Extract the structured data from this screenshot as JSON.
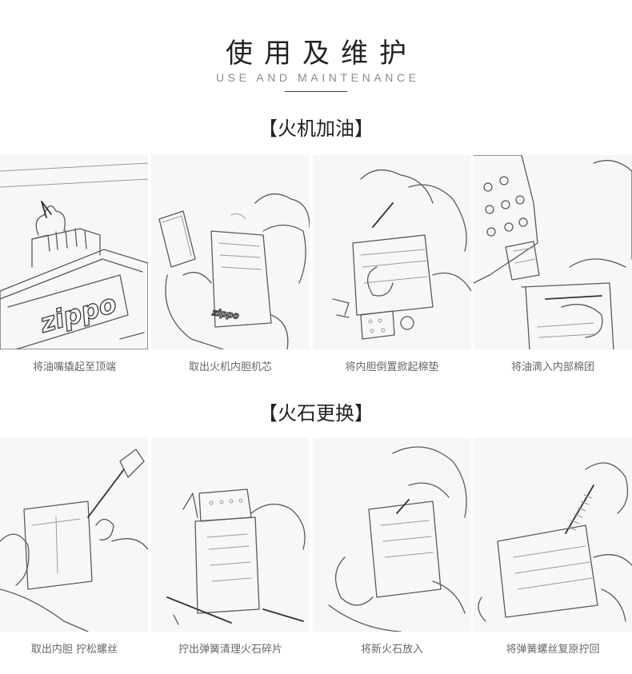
{
  "header": {
    "title": "使用及维护",
    "subtitle": "USE AND MAINTENANCE"
  },
  "sections": [
    {
      "heading": "【火机加油】",
      "steps": [
        {
          "caption": "将油嘴撬起至顶端",
          "image_text": "zippo"
        },
        {
          "caption": "取出火机内胆机芯",
          "image_text": "zippo"
        },
        {
          "caption": "将内胆倒置掀起棉垫"
        },
        {
          "caption": "将油滴入内部棉团"
        }
      ]
    },
    {
      "heading": "【火石更换】",
      "steps": [
        {
          "caption": "取出内胆 拧松螺丝"
        },
        {
          "caption": "拧出弹簧清理火石碎片"
        },
        {
          "caption": "将新火石放入"
        },
        {
          "caption": "将弹簧螺丝复原拧回"
        }
      ]
    }
  ]
}
